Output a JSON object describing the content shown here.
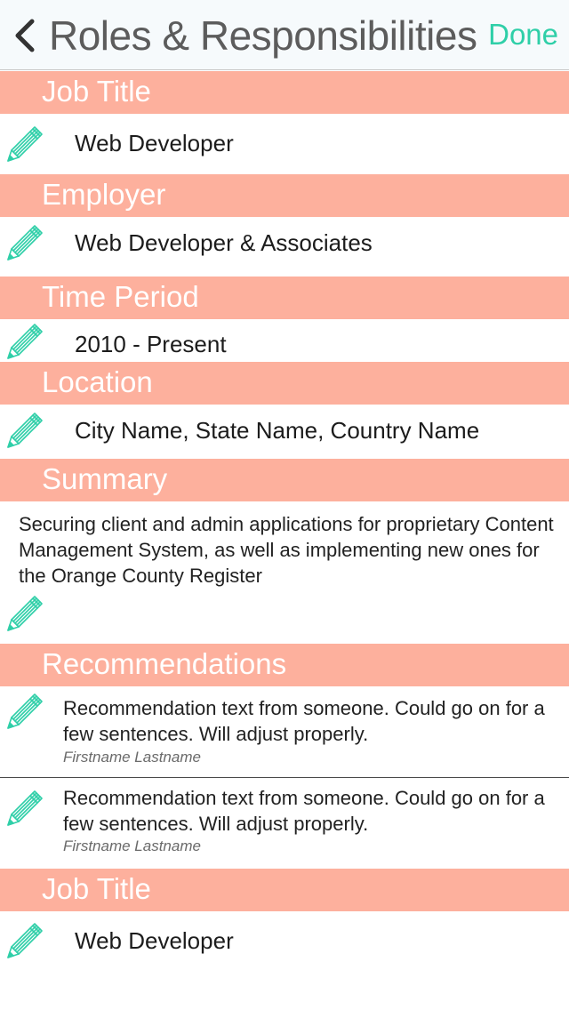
{
  "nav": {
    "title": "Roles & Responsibilities",
    "done_label": "Done",
    "back_icon": "chevron-left-icon"
  },
  "colors": {
    "header_bg": "#fdb09d",
    "accent": "#2fcfa8",
    "nav_bg": "#f6fafc"
  },
  "sections": {
    "job_title": {
      "header": "Job Title",
      "value": "Web Developer"
    },
    "employer": {
      "header": "Employer",
      "value": "Web Developer & Associates"
    },
    "time_period": {
      "header": "Time Period",
      "value": "2010 - Present"
    },
    "location": {
      "header": "Location",
      "value": "City Name, State Name, Country Name"
    },
    "summary": {
      "header": "Summary",
      "text": "Securing client and admin applications for proprietary Content Management System, as well as implementing new ones for the Orange County Register"
    },
    "recommendations": {
      "header": "Recommendations",
      "items": [
        {
          "text": "Recommendation text from someone.  Could go on for a few sentences.  Will adjust properly.",
          "author": "Firstname Lastname"
        },
        {
          "text": "Recommendation text from someone.  Could go on for a few sentences.  Will adjust properly.",
          "author": "Firstname Lastname"
        }
      ]
    },
    "job_title_2": {
      "header": "Job Title",
      "value": "Web Developer"
    }
  },
  "icons": {
    "edit": "pencil-icon"
  }
}
